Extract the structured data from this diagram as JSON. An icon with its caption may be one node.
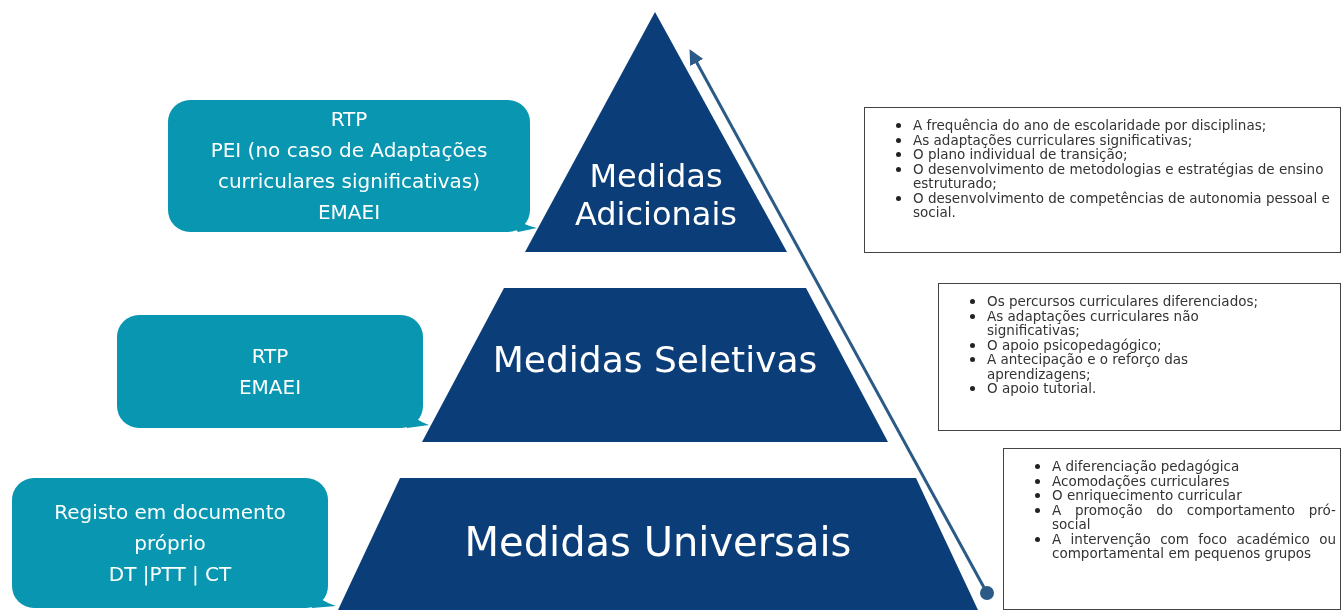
{
  "diagram": {
    "nodes": [
      {
        "text": [
          "Medidas Adicionais"
        ]
      },
      {
        "text": [
          "Medidas Seletivas"
        ]
      },
      {
        "text": [
          "Medidas Universais"
        ]
      },
      {
        "text": [
          "RTP",
          "PEI (no caso de Adaptações curriculares significativas)",
          "EMAEI"
        ]
      },
      {
        "text": [
          "RTP",
          "EMAEI"
        ]
      },
      {
        "text": [
          "Registo em documento próprio",
          "DT |PTT | CT"
        ]
      },
      {
        "text": [
          "A frequência do ano de escolaridade por disciplinas;",
          "As adaptações curriculares significativas;",
          "O plano individual de transição;",
          "O desenvolvimento de metodologias e estratégias de ensino estruturado;",
          "O desenvolvimento de competências de autonomia pessoal e social."
        ]
      },
      {
        "text": [
          "Os percursos curriculares diferenciados;",
          "As adaptações curriculares não significativas;",
          "O apoio psicopedagógico;",
          "A antecipação e o reforço das aprendizagens;",
          "O apoio tutorial."
        ]
      },
      {
        "text": [
          "A diferenciação pedagógica",
          "Acomodações curriculares",
          "O enriquecimento curricular",
          "A promoção do comportamento pró-social",
          "A intervenção com foco académico ou comportamental em pequenos grupos"
        ]
      }
    ],
    "edges": [
      {
        "from": 2,
        "to": 0,
        "arrow": "to"
      }
    ]
  }
}
